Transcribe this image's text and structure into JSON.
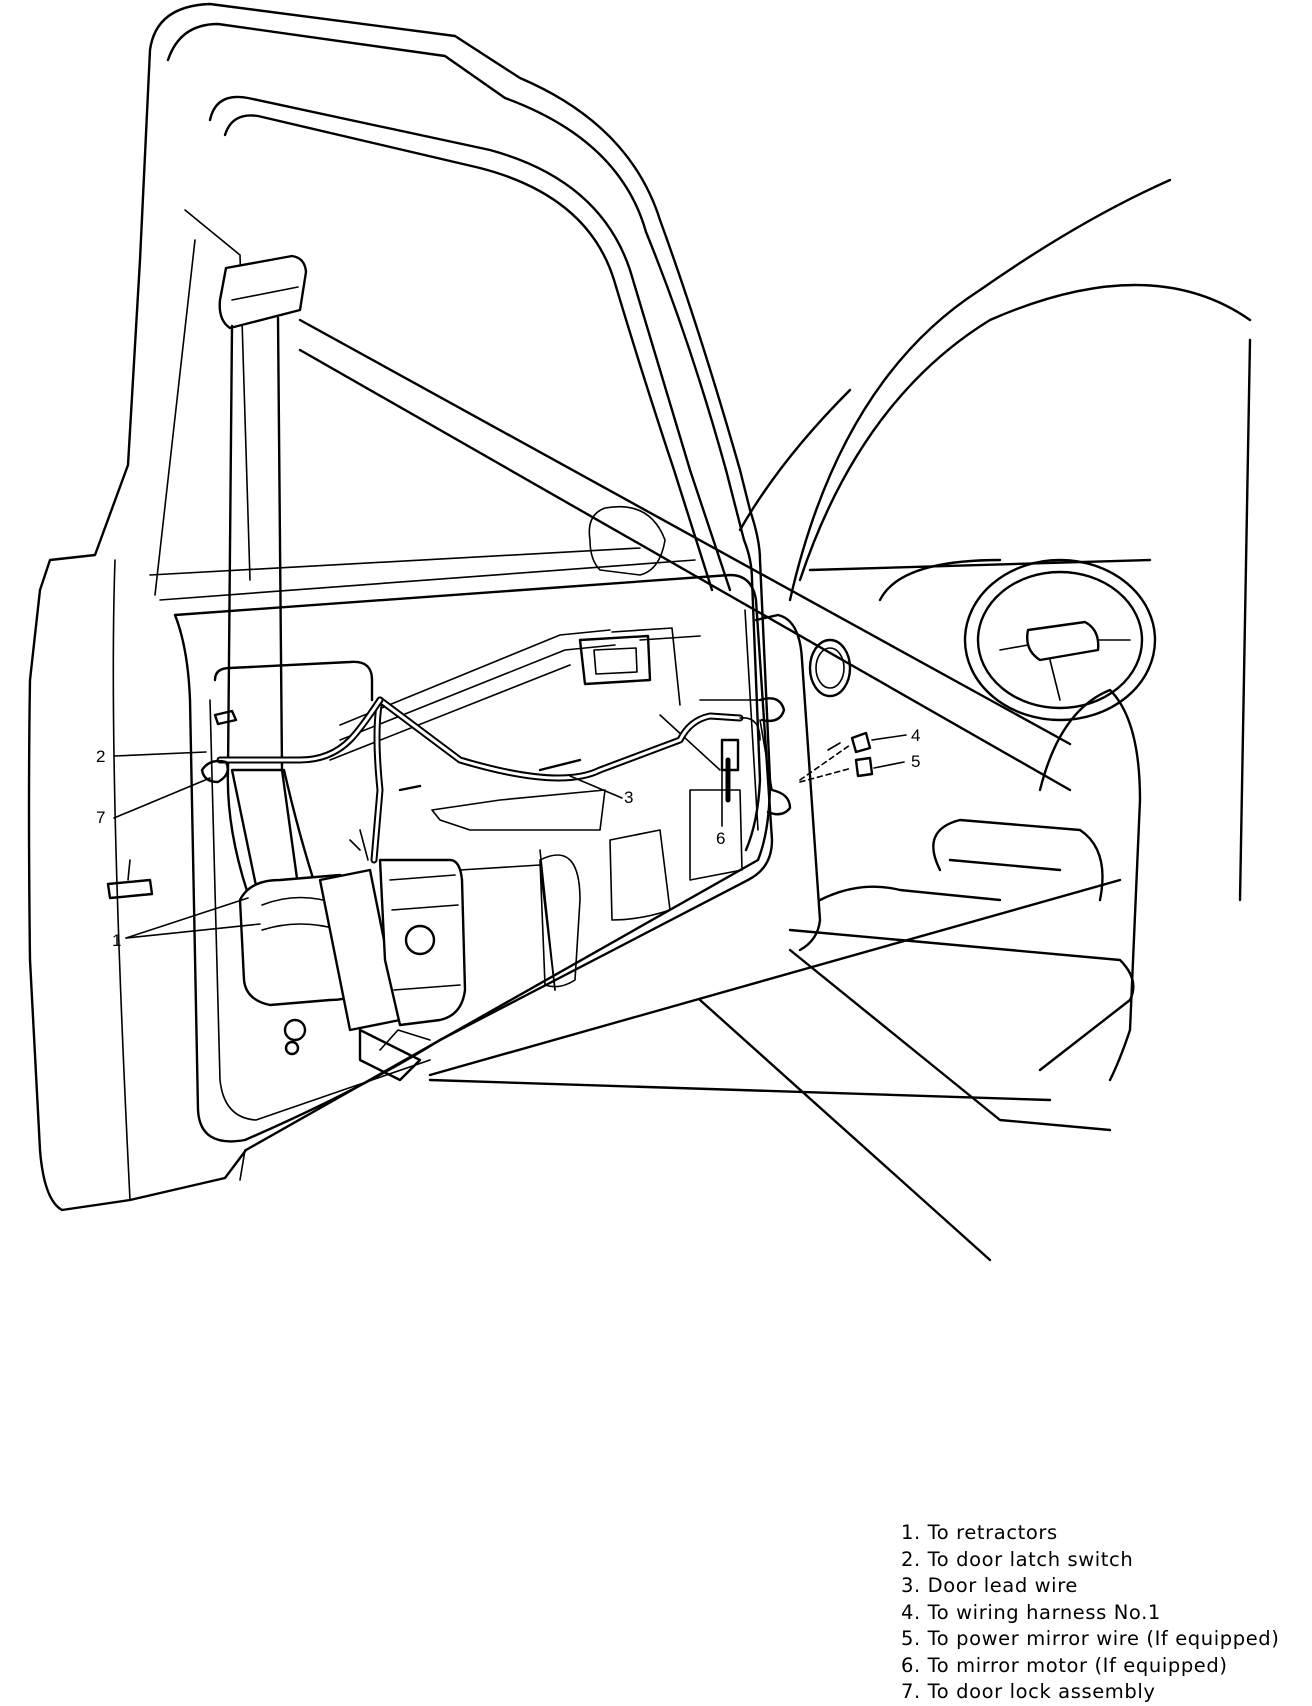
{
  "callouts": [
    "1",
    "2",
    "3",
    "4",
    "5",
    "6",
    "7"
  ],
  "legend": [
    "1. To retractors",
    "2. To door latch switch",
    "3. Door lead wire",
    "4. To wiring harness No.1",
    "5. To power mirror wire (If equipped)",
    "6. To mirror motor (If equipped)",
    "7. To door lock assembly"
  ]
}
